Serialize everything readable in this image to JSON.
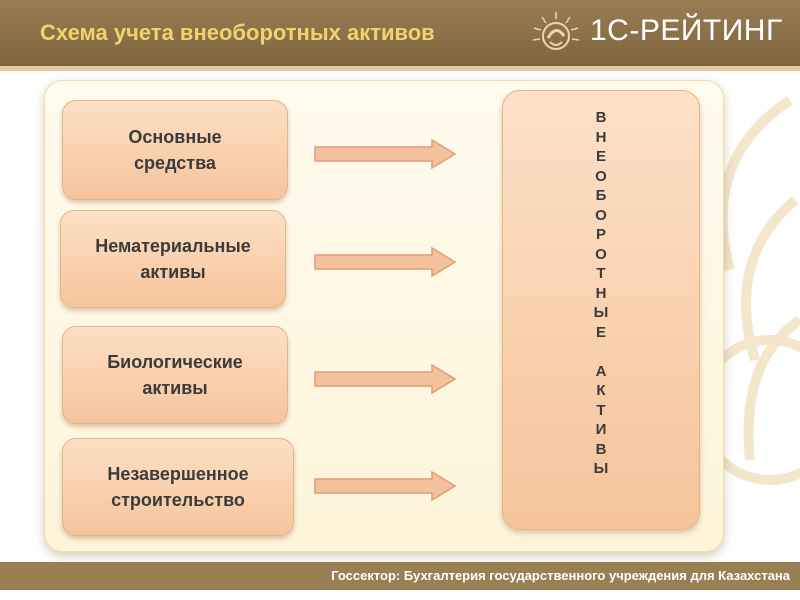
{
  "header": {
    "title": "Схема учета внеоборотных активов",
    "logo_text": "1С-РЕЙТИНГ"
  },
  "diagram": {
    "sources": [
      {
        "label": "Основные\nсредства"
      },
      {
        "label": "Нематериальные\nактивы"
      },
      {
        "label": "Биологические\nактивы"
      },
      {
        "label": "Незавершенное\nстроительство"
      }
    ],
    "target": {
      "label_word1": "ВНЕОБОРОТНЫЕ",
      "label_word2": "АКТИВЫ"
    }
  },
  "footer": {
    "text": "Госсектор: Бухгалтерия государственного учреждения для Казахстана"
  },
  "colors": {
    "header": "#8c7049",
    "title": "#f2d36b",
    "box_fill": "#f9cfa9",
    "arrow_fill": "#f3c19b",
    "arrow_stroke": "#e39a74",
    "panel": "#fdf6de",
    "footer": "#9a7f55"
  }
}
